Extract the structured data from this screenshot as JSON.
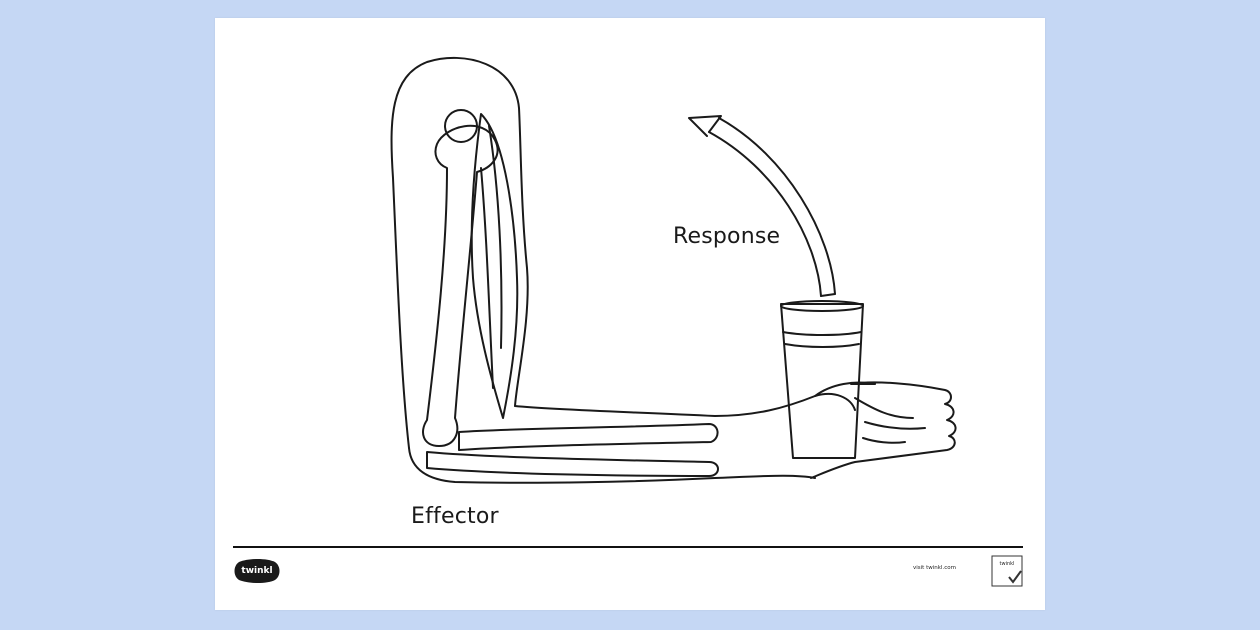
{
  "diagram": {
    "labels": {
      "response": "Response",
      "effector": "Effector"
    }
  },
  "footer": {
    "logo_text": "twinkl",
    "website": "visit twinkl.com",
    "badge_text": "twinkl"
  }
}
